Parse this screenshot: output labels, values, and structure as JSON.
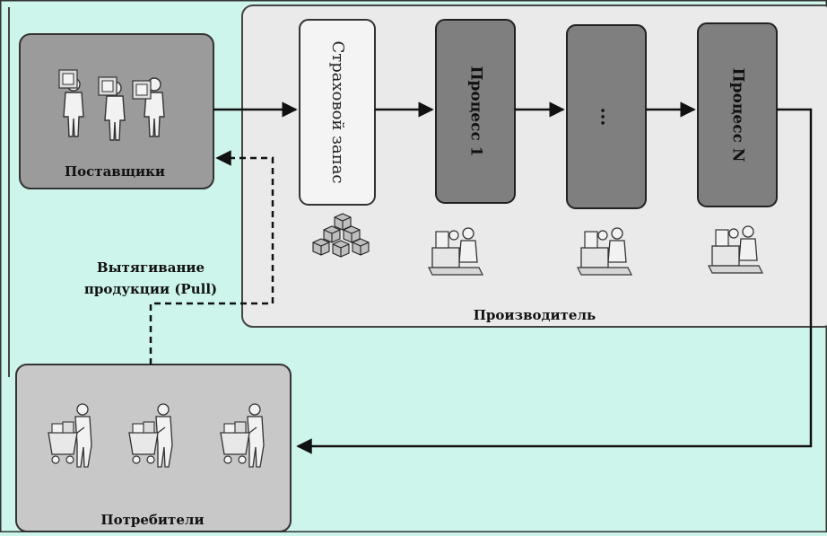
{
  "diagram": {
    "nodes": {
      "suppliers": {
        "label": "Поставщики"
      },
      "safety_stock": {
        "label": "Страховой запас"
      },
      "process_1": {
        "label": "Процесс 1"
      },
      "process_dots": {
        "label": "..."
      },
      "process_n": {
        "label": "Процесс N"
      },
      "manufacturer": {
        "label": "Производитель"
      },
      "consumers": {
        "label": "Потребители"
      }
    },
    "pull_label": {
      "line1": "Вытягивание",
      "line2": "продукции (Pull)"
    },
    "edges": [
      {
        "from": "suppliers",
        "to": "safety_stock",
        "style": "solid"
      },
      {
        "from": "safety_stock",
        "to": "process_1",
        "style": "solid"
      },
      {
        "from": "process_1",
        "to": "process_dots",
        "style": "solid"
      },
      {
        "from": "process_dots",
        "to": "process_n",
        "style": "solid"
      },
      {
        "from": "process_n",
        "to": "consumers",
        "style": "solid"
      },
      {
        "from": "consumers",
        "to": "suppliers",
        "style": "dashed"
      }
    ],
    "colors": {
      "background": "#cdf5ec",
      "panel": "#eaeaea",
      "supplier_box": "#9b9b9b",
      "process_box": "#7f7f7f",
      "stock_box": "#f4f4f4",
      "line": "#111111"
    }
  }
}
